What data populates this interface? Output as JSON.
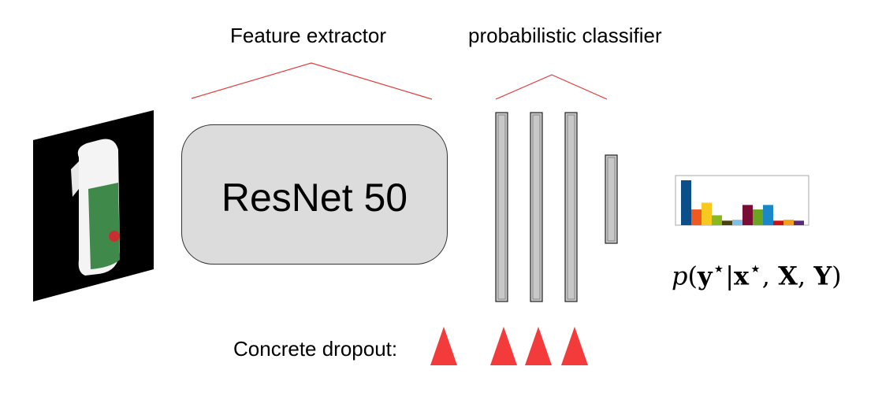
{
  "labels": {
    "feature_extractor": "Feature extractor",
    "classifier": "probabilistic classifier",
    "backbone": "ResNet 50",
    "dropout": "Concrete dropout:"
  },
  "formula": {
    "p": "p",
    "y": "y",
    "x": "x",
    "X": "X",
    "Y": "Y"
  },
  "colors": {
    "bracket": "#e03c3c",
    "dropout_triangle": "#f33b3b",
    "box_fill": "#dcdcdc",
    "layer_fill": "#c8c8c8"
  },
  "histogram": {
    "values": [
      1.0,
      0.35,
      0.5,
      0.22,
      0.1,
      0.12,
      0.45,
      0.35,
      0.45,
      0.1,
      0.12,
      0.1
    ],
    "colors": [
      "#0b4f8a",
      "#f05a1e",
      "#f7c81e",
      "#8ab820",
      "#4a4010",
      "#7fc0e8",
      "#7a0d35",
      "#6aa420",
      "#1a88c8",
      "#d01010",
      "#f4a018",
      "#5a2a7a"
    ]
  }
}
